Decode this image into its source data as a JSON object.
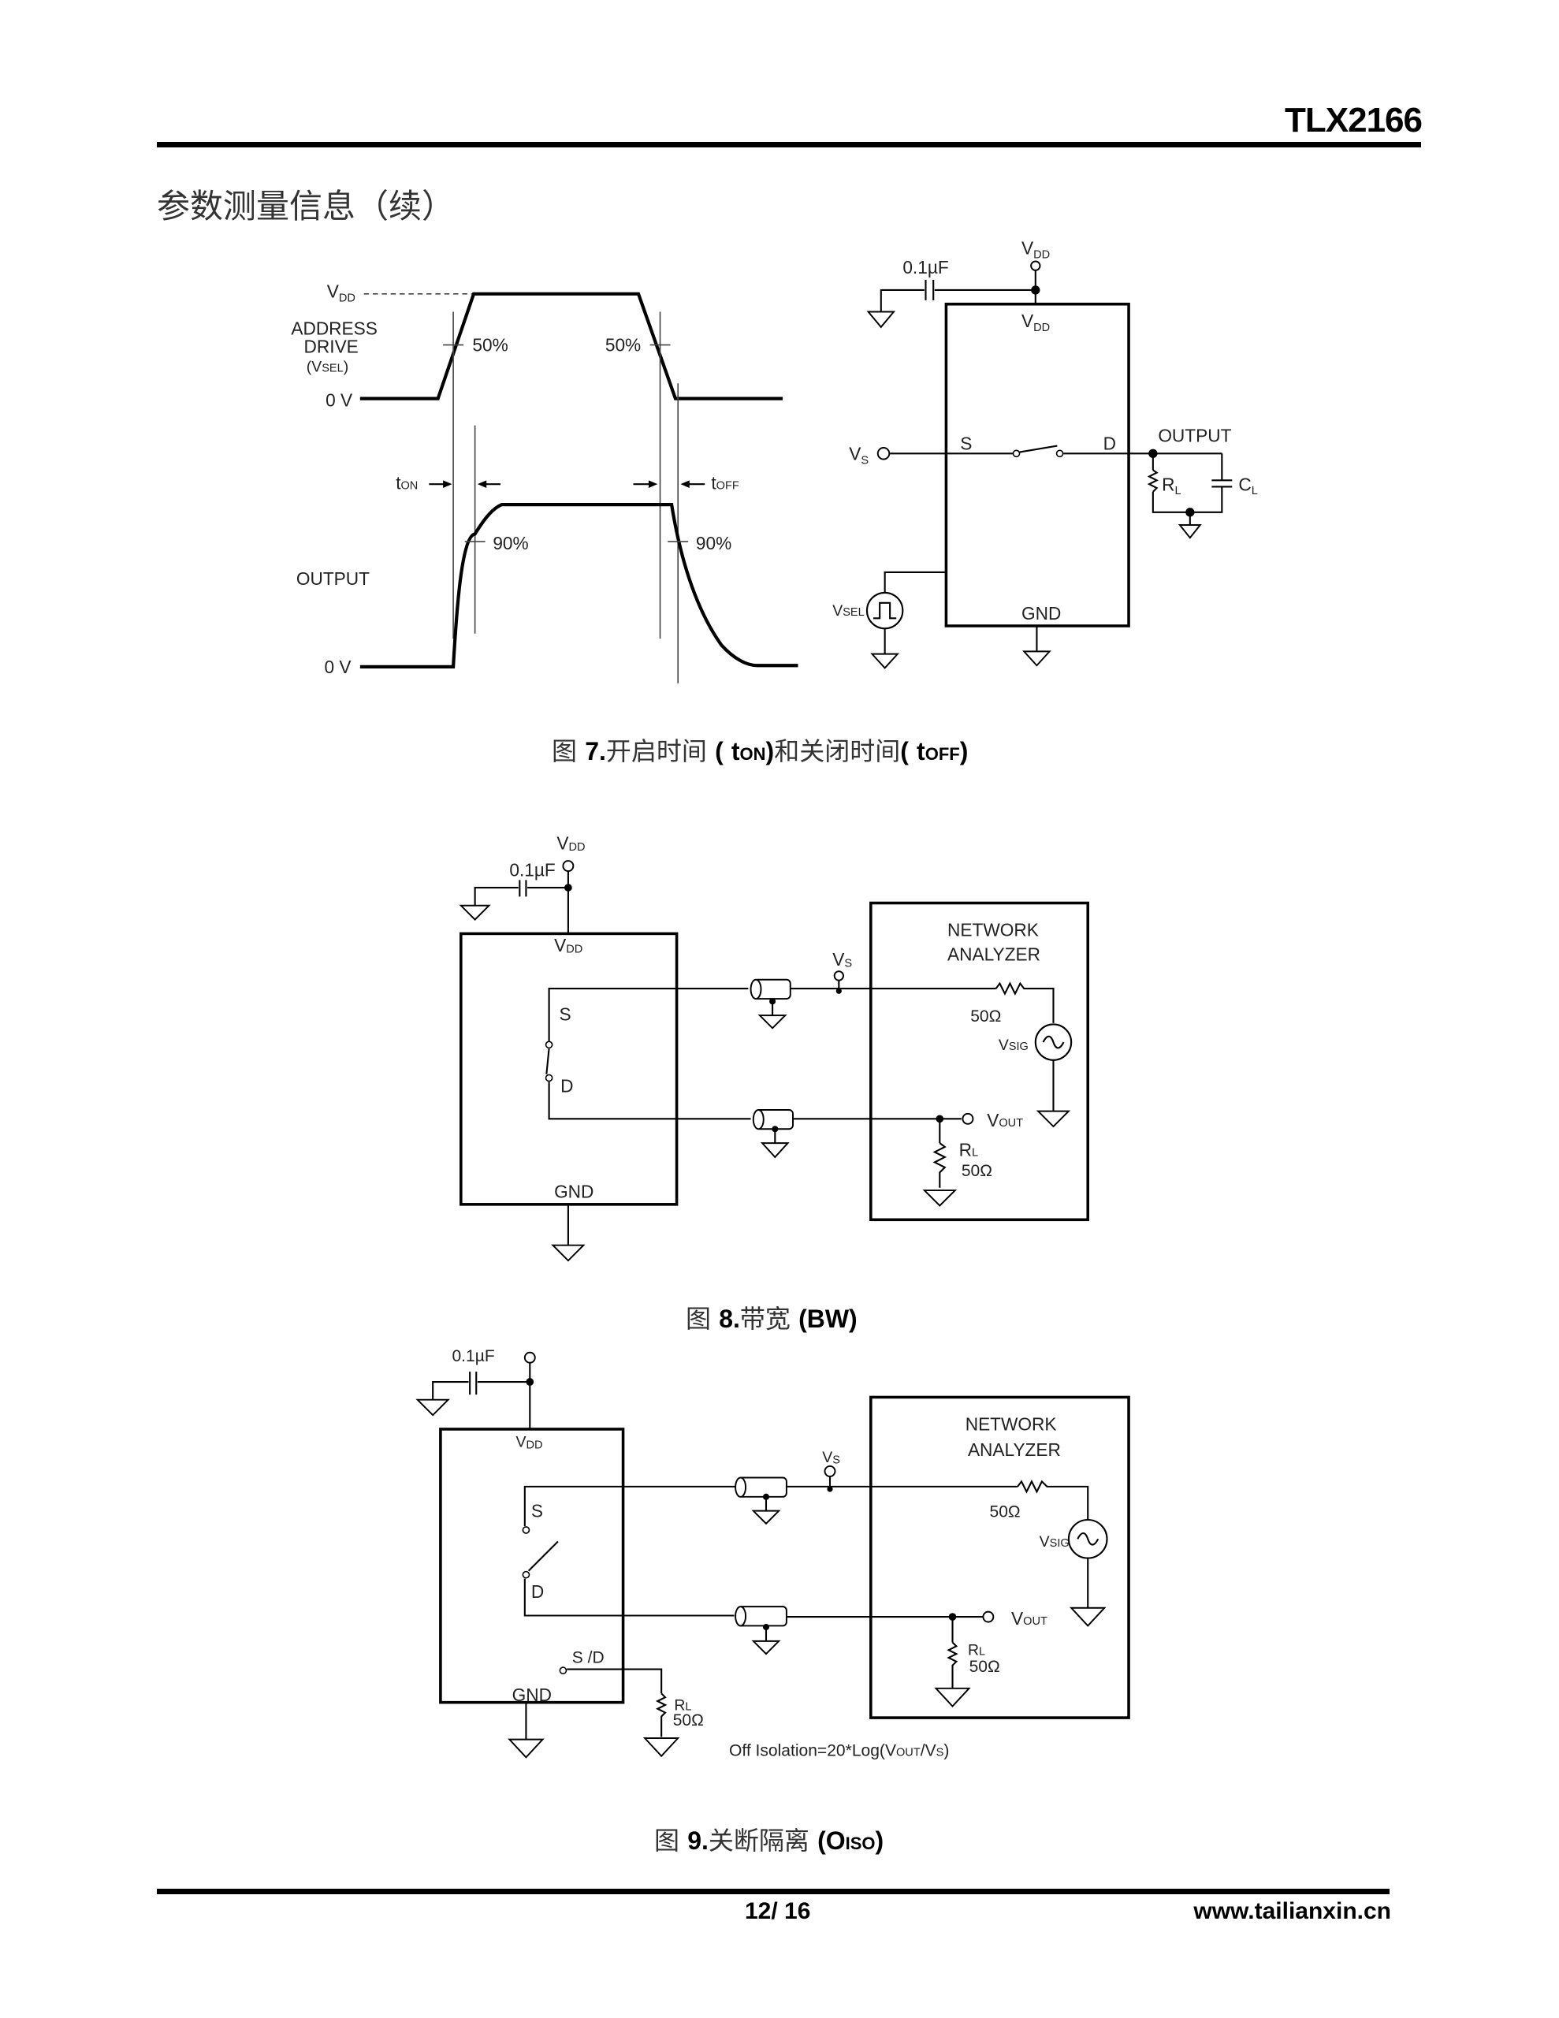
{
  "header": {
    "doc_title": "TLX2166"
  },
  "section_heading": "参数测量信息（续）",
  "figure7": {
    "timing": {
      "vdd_label": "V",
      "vdd_sub": "DD",
      "address_drive": [
        "ADDRESS",
        "DRIVE"
      ],
      "vsel_label": "(V",
      "vsel_sub": "SEL",
      "vsel_close": ")",
      "zero_v_top": "0 V",
      "pct_50_left": "50%",
      "pct_50_right": "50%",
      "ton_label": "t",
      "ton_sub": "ON",
      "toff_label": "t",
      "toff_sub": "OFF",
      "pct_90_left": "90%",
      "pct_90_right": "90%",
      "output_label": "OUTPUT",
      "zero_v_bottom": "0 V"
    },
    "circuit": {
      "cap_label": "0.1µF",
      "vdd_pin_label": "V",
      "vdd_pin_sub": "DD",
      "vdd_inside_label": "V",
      "vdd_inside_sub": "DD",
      "s_label": "S",
      "d_label": "D",
      "vs_label": "V",
      "vs_sub": "S",
      "output_label": "OUTPUT",
      "rl_label": "R",
      "rl_sub": "L",
      "cl_label": "C",
      "cl_sub": "L",
      "vsel_label": "V",
      "vsel_sub": "SEL",
      "gnd_label": "GND"
    },
    "caption": {
      "prefix": "图",
      "number": "7.",
      "text1": "开启时间",
      "ton": "t",
      "ton_sub": "ON",
      "text2": "和关闭时间",
      "toff": "t",
      "toff_sub": "OFF"
    }
  },
  "figure8": {
    "vdd_top_label": "V",
    "vdd_top_sub": "DD",
    "cap_label": "0.1µF",
    "vdd_inside_label": "V",
    "vdd_inside_sub": "DD",
    "s_label": "S",
    "d_label": "D",
    "gnd_label": "GND",
    "vs_label": "V",
    "vs_sub": "S",
    "analyzer_title": [
      "NETWORK",
      "ANALYZER"
    ],
    "r_series_label": "50Ω",
    "vsig_label": "V",
    "vsig_sub": "SIG",
    "vout_label": "V",
    "vout_sub": "OUT",
    "rl_label": "R",
    "rl_sub": "L",
    "rl_value": "50Ω",
    "caption": {
      "prefix": "图",
      "number": "8.",
      "text": "带宽",
      "abbr": "(BW)"
    }
  },
  "figure9": {
    "cap_label": "0.1µF",
    "vdd_inside_label": "V",
    "vdd_inside_sub": "DD",
    "s_label": "S",
    "d_label": "D",
    "sd_label": "S /D",
    "gnd_label": "GND",
    "rl_left_label": "R",
    "rl_left_sub": "L",
    "rl_left_value": "50Ω",
    "vs_label": "V",
    "vs_sub": "S",
    "analyzer_title": [
      "NETWORK",
      "ANALYZER"
    ],
    "r_series_label": "50Ω",
    "vsig_label": "V",
    "vsig_sub": "SIG",
    "vout_label": "V",
    "vout_sub": "OUT",
    "rl_label": "R",
    "rl_sub": "L",
    "rl_value": "50Ω",
    "formula": "Off Isolation=20*Log(V",
    "formula_sub1": "OUT",
    "formula_mid": "/V",
    "formula_sub2": "S",
    "formula_end": ")",
    "caption": {
      "prefix": "图",
      "number": "9.",
      "text": "关断隔离",
      "open": "(O",
      "sub": "ISO",
      "close": ")"
    }
  },
  "footer": {
    "page_number": "12/ 16",
    "website": "www.tailianxin.cn"
  }
}
